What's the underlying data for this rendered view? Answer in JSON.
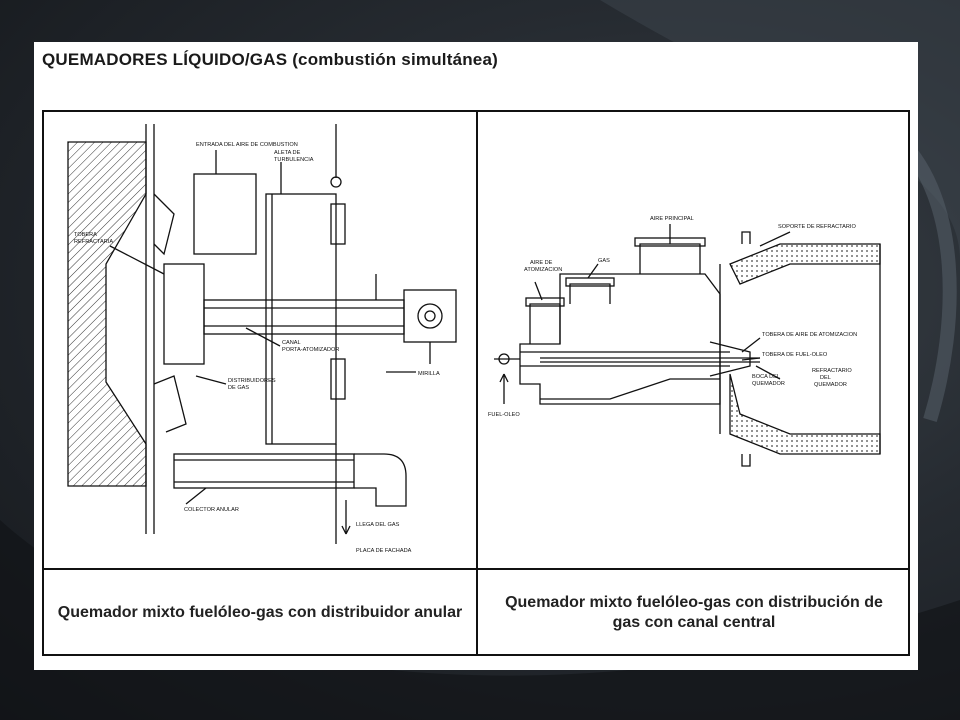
{
  "slide": {
    "title_main": "QUEMADORES LÍQUIDO/GAS",
    "title_sub": "(combustión simultánea)"
  },
  "left_diagram": {
    "labels": {
      "entrada_aire": "ENTRADA DEL AIRE DE COMBUSTION",
      "aleta_1": "ALETA DE",
      "aleta_2": "TURBULENCIA",
      "tobera_1": "TOBERA",
      "tobera_2": "REFRACTARIA",
      "canal_1": "CANAL",
      "canal_2": "PORTA-ATOMIZADOR",
      "mirilla": "MIRILLA",
      "distribuidores_1": "DISTRIBUIDORES",
      "distribuidores_2": "DE GAS",
      "colector": "COLECTOR ANULAR",
      "llega_gas": "LLEGA DEL GAS",
      "placa": "PLACA DE FACHADA"
    },
    "caption": "Quemador mixto fuelóleo-gas con distribuidor anular"
  },
  "right_diagram": {
    "labels": {
      "aire_principal": "AIRE PRINCIPAL",
      "soporte": "SOPORTE DE REFRACTARIO",
      "aire_atom_1": "AIRE DE",
      "aire_atom_2": "ATOMIZACION",
      "gas": "GAS",
      "tobera_aire": "TOBERA DE AIRE DE ATOMIZACION",
      "tobera_fuel": "TOBERA DE FUEL-OLEO",
      "boca_1": "BOCA DEL",
      "boca_2": "QUEMADOR",
      "refractario_1": "REFRACTARIO",
      "refractario_2": "DEL",
      "refractario_3": "QUEMADOR",
      "fuel_oleo": "FUEL-OLEO"
    },
    "caption": "Quemador mixto fuelóleo-gas con distribución de gas con canal central"
  }
}
